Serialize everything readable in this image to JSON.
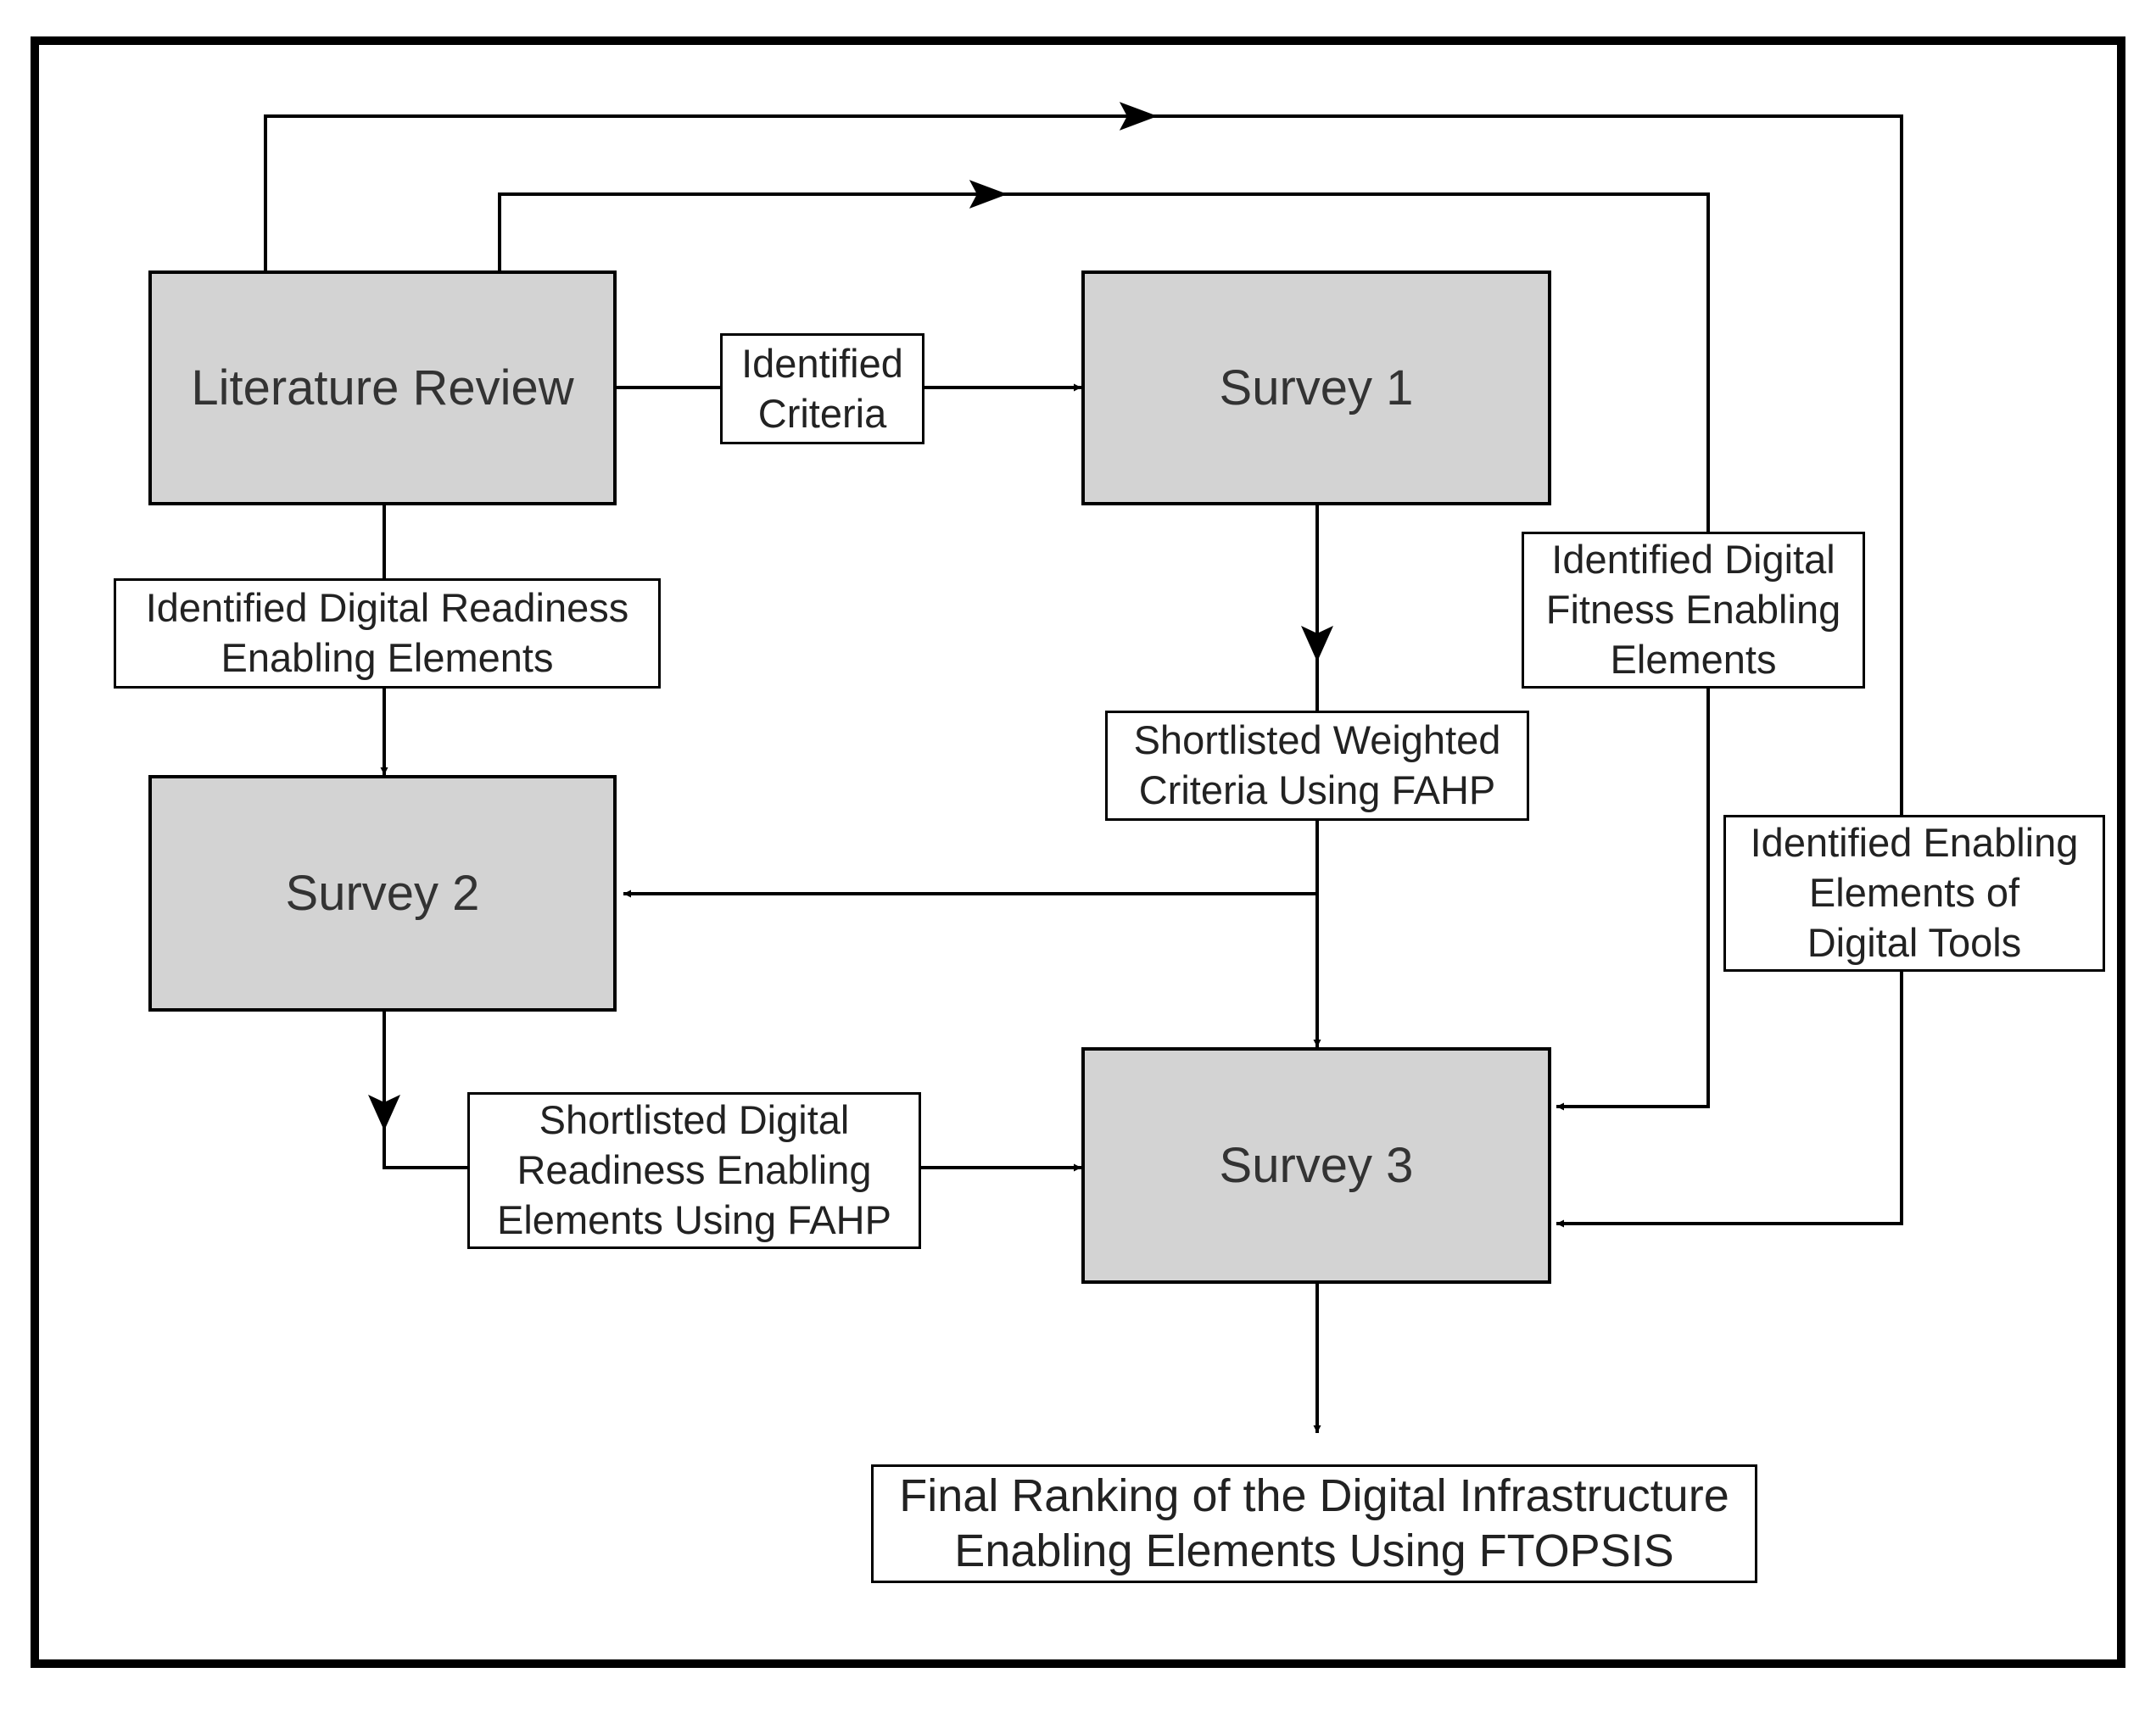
{
  "nodes": {
    "literature_review": "Literature Review",
    "survey1": "Survey 1",
    "survey2": "Survey 2",
    "survey3": "Survey 3"
  },
  "labels": {
    "identified_criteria": "Identified\nCriteria",
    "digital_readiness": "Identified Digital Readiness\nEnabling Elements",
    "shortlisted_weighted": "Shortlisted Weighted\nCriteria Using FAHP",
    "digital_fitness": "Identified Digital\nFitness Enabling\nElements",
    "digital_tools": "Identified Enabling\nElements of\nDigital Tools",
    "shortlisted_readiness": "Shortlisted Digital\nReadiness Enabling\nElements Using FAHP",
    "final_ranking": "Final Ranking of the Digital Infrastructure\nEnabling Elements Using FTOPSIS"
  },
  "colors": {
    "node_fill": "#d3d3d3",
    "stroke": "#000000",
    "background": "#ffffff"
  }
}
